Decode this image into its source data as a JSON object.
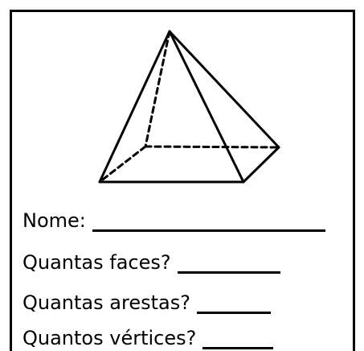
{
  "worksheet": {
    "name_label": "Nome:",
    "faces_question": "Quantas faces?",
    "edges_question": "Quantas arestas?",
    "vertices_question": "Quantos vértices?"
  },
  "figure": {
    "shape": "square-based pyramid",
    "hidden_edges": "dashed",
    "colors": {
      "ink": "#000000",
      "paper": "#ffffff"
    }
  }
}
